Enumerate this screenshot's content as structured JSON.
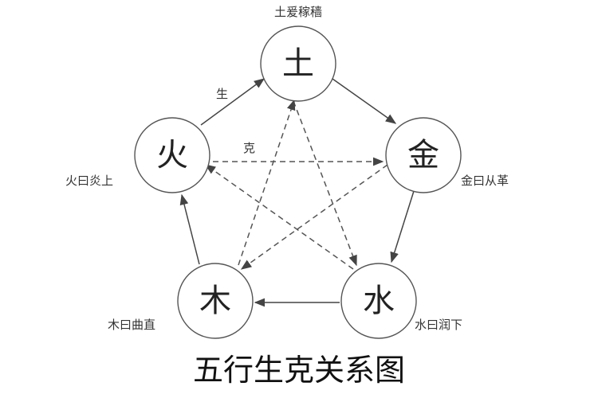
{
  "title": "五行生克关系图",
  "nodes": {
    "earth": {
      "char": "土",
      "caption": "土爰稼穑"
    },
    "metal": {
      "char": "金",
      "caption": "金曰从革"
    },
    "water": {
      "char": "水",
      "caption": "水曰润下"
    },
    "wood": {
      "char": "木",
      "caption": "木曰曲直"
    },
    "fire": {
      "char": "火",
      "caption": "火曰炎上"
    }
  },
  "labels": {
    "generate": "生",
    "overcome": "克"
  }
}
